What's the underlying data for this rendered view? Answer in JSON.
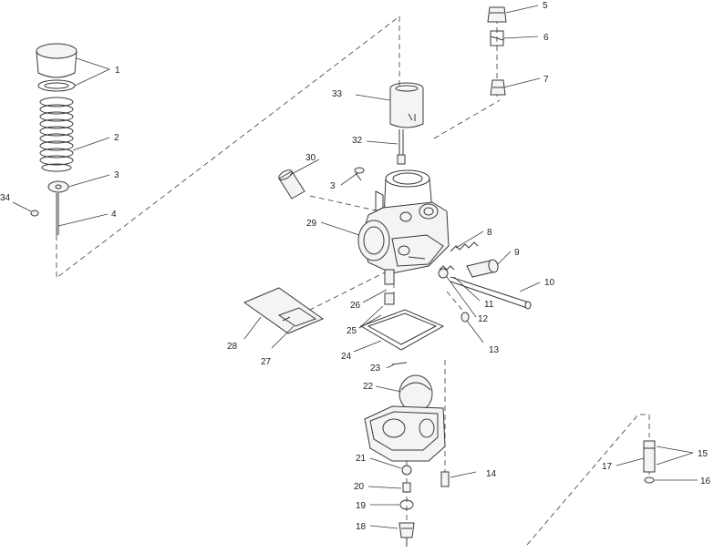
{
  "colors": {
    "ink": "#3a3a3a",
    "paper": "#ffffff"
  },
  "callouts": {
    "c1": "1",
    "c2": "2",
    "c3": "3",
    "c4": "4",
    "c5": "5",
    "c6": "6",
    "c7": "7",
    "c8": "8",
    "c9": "9",
    "c10": "10",
    "c11": "11",
    "c12": "12",
    "c13": "13",
    "c14": "14",
    "c15": "15",
    "c16": "16",
    "c17": "17",
    "c18": "18",
    "c19": "19",
    "c20": "20",
    "c21": "21",
    "c22": "22",
    "c23": "23",
    "c24": "24",
    "c25": "25",
    "c26": "26",
    "c27": "27",
    "c28": "28",
    "c29": "29",
    "c30": "30",
    "c31": "3",
    "c32": "32",
    "c33": "33",
    "c34": "34"
  }
}
